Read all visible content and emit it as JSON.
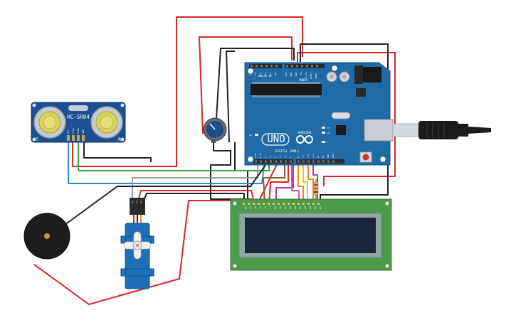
{
  "components": {
    "sensor": {
      "model_label": "HC-SR04",
      "side_left": "T",
      "side_right": "R",
      "pins": [
        "VCC",
        "Trig",
        "Echo",
        "GND"
      ]
    },
    "arduino": {
      "brand": "ARDUINO",
      "model": "UNO",
      "power_label": "POWER",
      "analog_label": "ANALOG IN",
      "digital_label": "DIGITAL (PWM~)",
      "analog_pins": [
        "A5",
        "A4",
        "A3",
        "A2",
        "A1",
        "A0"
      ],
      "power_pins": [
        "VIN",
        "GND",
        "GND",
        "5V",
        "3.3V",
        "RESET",
        "IOREF"
      ],
      "digital_pins": [
        "0 RX",
        "1 TX",
        "2",
        "~3",
        "4",
        "~5",
        "~6",
        "7",
        "8",
        "~9",
        "~10",
        "~11",
        "12",
        "13",
        "GND",
        "AREF"
      ],
      "led_labels": [
        "TX",
        "RX",
        "L",
        "ON"
      ]
    },
    "lcd": {
      "pin_labels": [
        "GND",
        "VCC",
        "V0",
        "RS",
        "RW",
        "E",
        "DB0",
        "DB1",
        "DB2",
        "DB3",
        "DB4",
        "DB5",
        "DB6",
        "DB7",
        "LED",
        "LED"
      ]
    },
    "servo": {},
    "buzzer": {},
    "potentiometer": {},
    "usb_cable": {}
  },
  "colors": {
    "board": "#1e6ba8",
    "board_dark": "#17517f",
    "header": "#2c2c2c",
    "lcd_board": "#4c9b4a",
    "lcd_screen": "#1c2540",
    "sensor_board": "#1a4f93",
    "servo": "#1f6fb8",
    "wire_red": "#d62828",
    "wire_black": "#222222",
    "wire_green": "#3aa43a",
    "wire_blue": "#2a8ed6",
    "wire_gray": "#9a9a9a",
    "wire_orange": "#ef8a1a",
    "wire_yellow": "#e8c41a",
    "wire_purple": "#a23bbf",
    "wire_pink": "#d84bc9",
    "wire_brown": "#8b5a2b"
  }
}
